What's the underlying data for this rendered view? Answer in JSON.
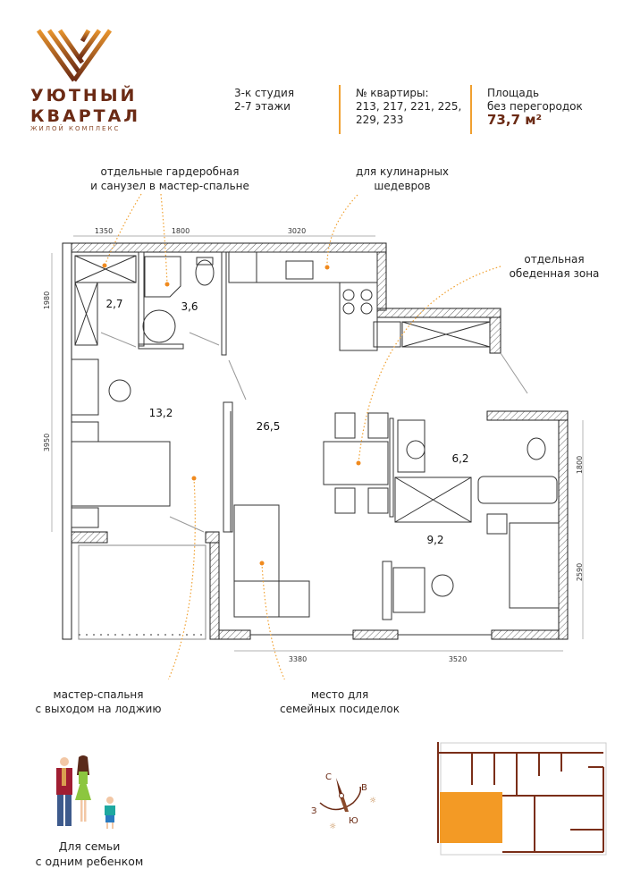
{
  "brand": {
    "line1": "УЮТНЫЙ",
    "line2": "КВАРТАЛ",
    "sub": "ЖИЛОЙ КОМПЛЕКС"
  },
  "info": {
    "type_line1": "3-к студия",
    "type_line2": "2-7 этажи",
    "apt_label": "№ квартиры:",
    "apt_line1": "213, 217, 221, 225,",
    "apt_line2": "229, 233",
    "area_label1": "Площадь",
    "area_label2": "без перегородок",
    "area_value": "73,7 м²"
  },
  "callouts": {
    "wardrobe1": "отдельные гардеробная",
    "wardrobe2": "и санузел в мастер-спальне",
    "kitchen1": "для кулинарных",
    "kitchen2": "шедевров",
    "dining1": "отдельная",
    "dining2": "обеденная зона",
    "master1": "мастер-спальня",
    "master2": "с выходом на лоджию",
    "living1": "место для",
    "living2": "семейных посиделок"
  },
  "dimensions": {
    "d1": "1350",
    "d2": "1800",
    "d3": "3020",
    "d4": "1980",
    "d5": "3950",
    "d6": "3380",
    "d7": "3520",
    "d8": "1800",
    "d9": "2590"
  },
  "rooms": {
    "wardrobe": "2,7",
    "bath1": "3,6",
    "bedroom": "13,2",
    "living": "26,5",
    "bath2": "6,2",
    "bedroom2": "9,2"
  },
  "family": {
    "line1": "Для семьи",
    "line2": "с одним ребенком"
  },
  "compass": {
    "n": "С",
    "e": "В",
    "w": "З",
    "s": "Ю"
  },
  "colors": {
    "accent": "#f0a030",
    "brand": "#6b2a14",
    "highlight": "#f39a25"
  }
}
